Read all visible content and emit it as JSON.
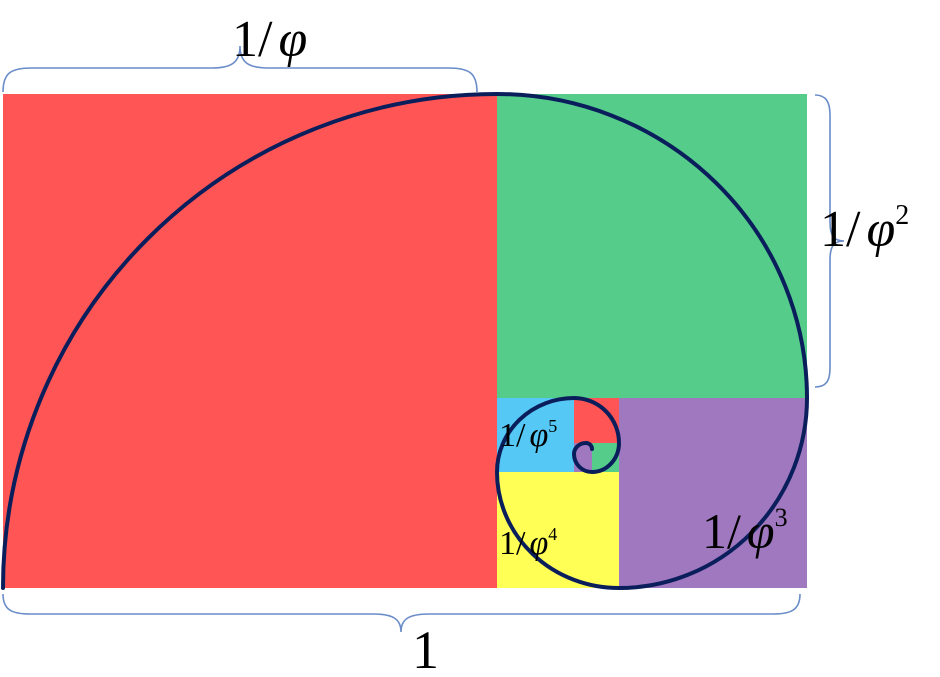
{
  "labels": {
    "top": {
      "num": "1/",
      "sym": "φ",
      "exp": ""
    },
    "right": {
      "num": "1/",
      "sym": "φ",
      "exp": "2"
    },
    "purple": {
      "num": "1/",
      "sym": "φ",
      "exp": "3"
    },
    "yellow": {
      "num": "1/",
      "sym": "φ",
      "exp": "4"
    },
    "blue": {
      "num": "1/",
      "sym": "φ",
      "exp": "5"
    },
    "bottom": {
      "num": "1"
    }
  },
  "colors": {
    "red": "#ff5555",
    "green": "#55cc8a",
    "purple": "#a078c0",
    "yellow": "#ffff55",
    "blue": "#55c8f5",
    "spiral": "#0b1e5c",
    "brace": "#6a8cc8"
  }
}
